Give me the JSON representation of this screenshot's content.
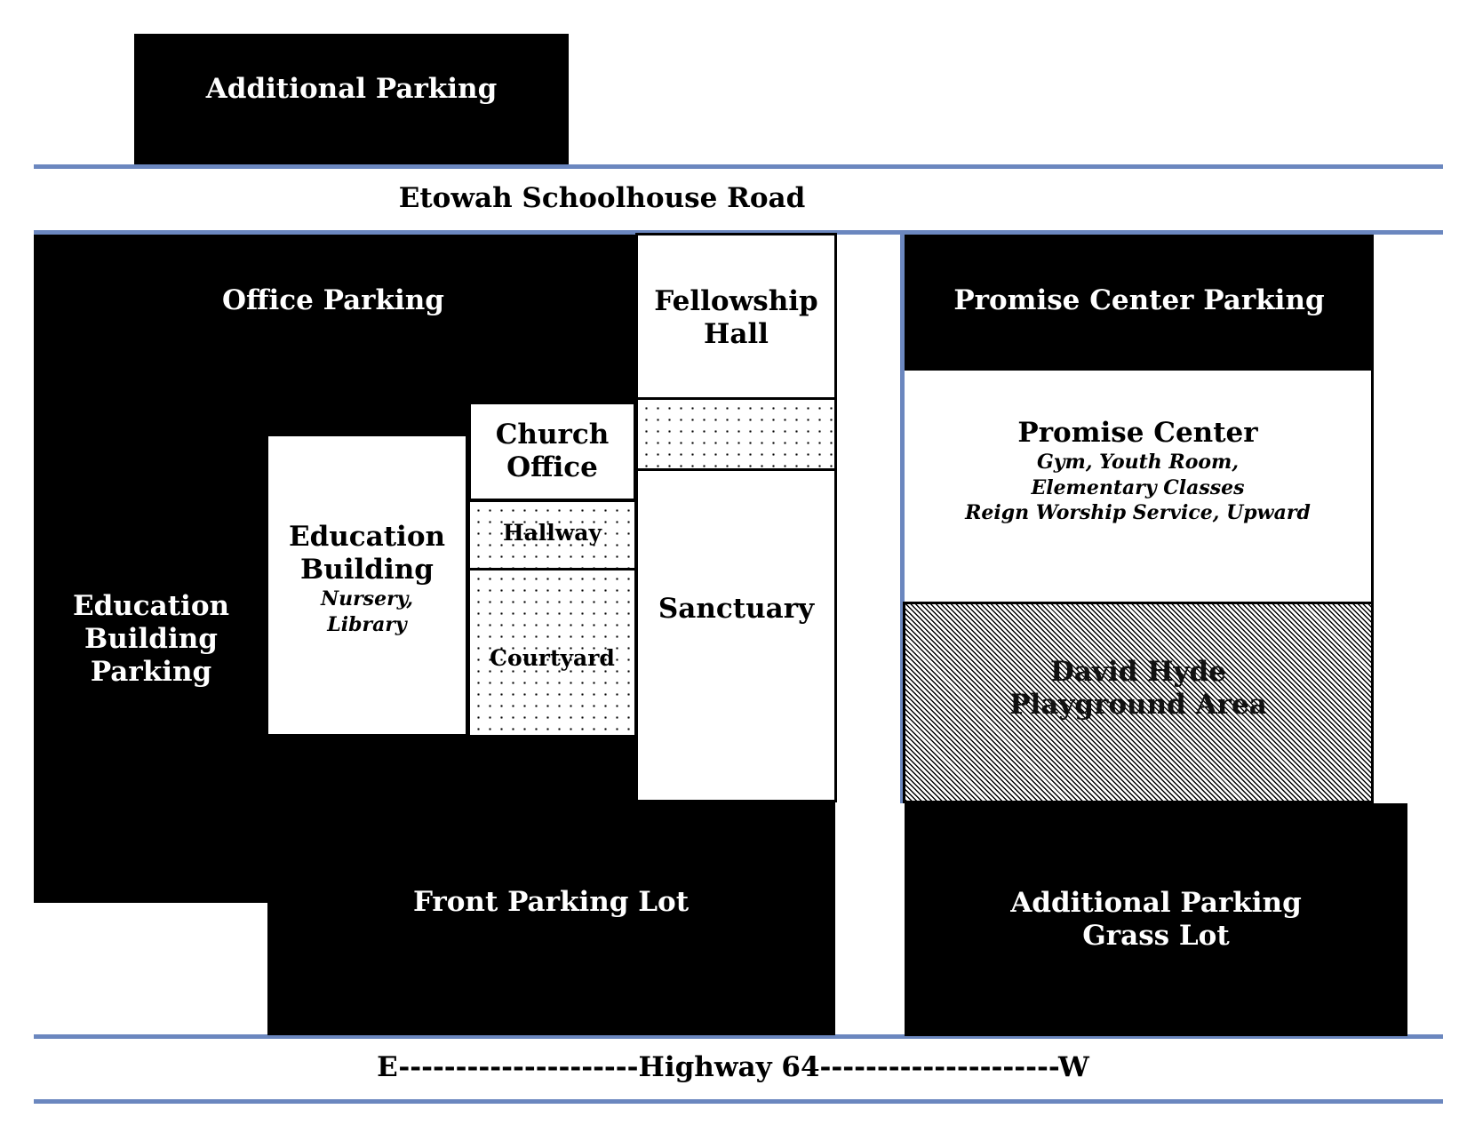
{
  "roads": {
    "top": "Etowah Schoolhouse Road",
    "bottom": "E---------------------Highway 64---------------------W"
  },
  "lots": {
    "additional_parking_top": "Additional Parking",
    "office_parking": "Office Parking",
    "education_building_parking": [
      "Education",
      "Building",
      "Parking"
    ],
    "front_parking_lot": "Front Parking Lot",
    "promise_center_parking": "Promise Center Parking",
    "additional_parking_grass": [
      "Additional Parking",
      "Grass Lot"
    ]
  },
  "buildings": {
    "fellowship_hall": [
      "Fellowship",
      "Hall"
    ],
    "church_office": [
      "Church",
      "Office"
    ],
    "hallway": "Hallway",
    "courtyard": "Courtyard",
    "sanctuary": "Sanctuary",
    "education_building": {
      "title": [
        "Education",
        "Building"
      ],
      "sub": [
        "Nursery,",
        "Library"
      ]
    },
    "promise_center": {
      "title": "Promise Center",
      "sub": [
        "Gym, Youth Room,",
        "Elementary Classes",
        "Reign Worship Service, Upward"
      ]
    },
    "playground": [
      "David Hyde",
      "Playground Area"
    ]
  },
  "colors": {
    "road_line": "#6b87bf",
    "lot_fill": "#000000",
    "building_fill": "#ffffff"
  }
}
